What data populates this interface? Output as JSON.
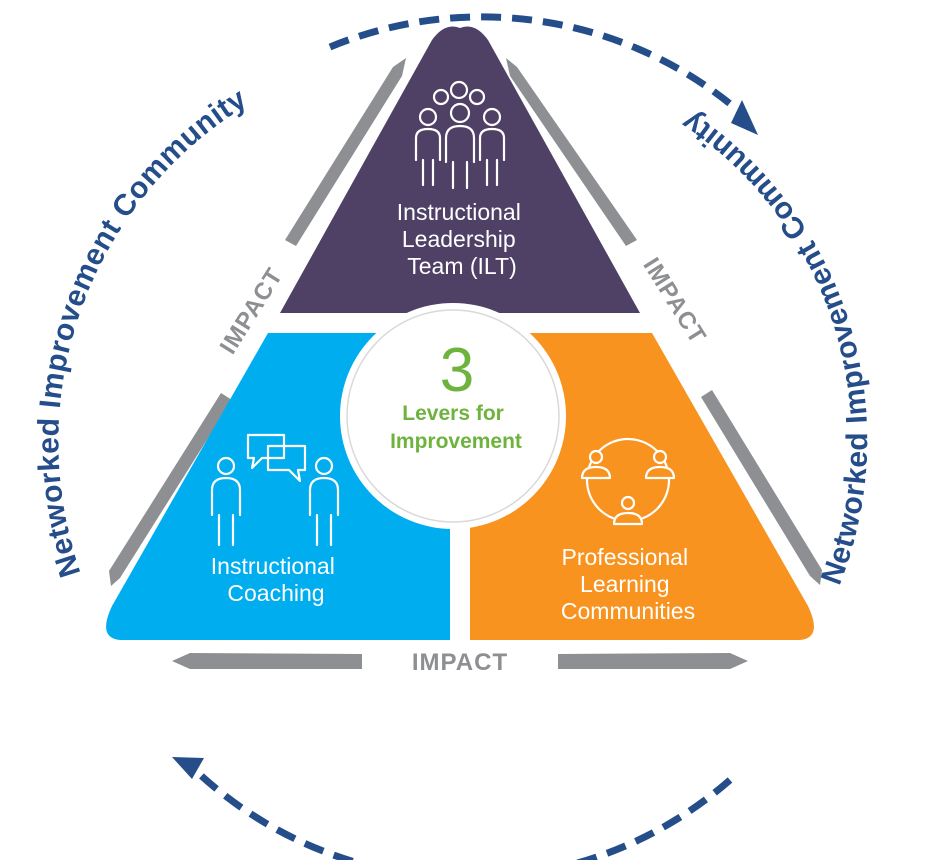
{
  "ring": {
    "left_label": "Networked Improvement Community",
    "right_label": "Networked Improvement Community"
  },
  "center": {
    "number": "3",
    "line1": "Levers for",
    "line2": "Improvement"
  },
  "levers": {
    "top": {
      "lines": [
        "Instructional",
        "Leadership",
        "Team (ILT)"
      ],
      "color": "#4f4066",
      "icon": "team-group-icon"
    },
    "left": {
      "lines": [
        "Instructional",
        "Coaching"
      ],
      "color": "#00aeef",
      "icon": "coaching-conversation-icon"
    },
    "right": {
      "lines": [
        "Professional",
        "Learning",
        "Communities"
      ],
      "color": "#f7931e",
      "icon": "community-circle-icon"
    }
  },
  "impact": {
    "left": "IMPACT",
    "right": "IMPACT",
    "bottom": "IMPACT"
  },
  "colors": {
    "ring": "#244d8a",
    "impact": "#8d8f92",
    "center_text": "#6fb33f"
  }
}
